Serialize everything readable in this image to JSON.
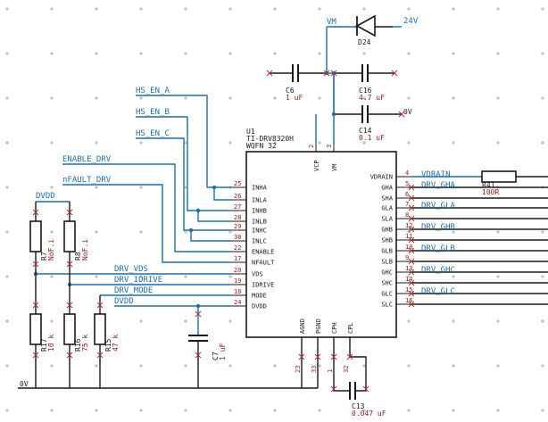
{
  "supply": {
    "vm_label": "VM",
    "v24_label": "24V",
    "ground_label": "0V",
    "dvdd_left": "DVDD"
  },
  "hs_enables": [
    "HS_EN_A",
    "HS_EN_B",
    "HS_EN_C"
  ],
  "control_nets": [
    "ENABLE_DRV",
    "nFAULT_DRV"
  ],
  "config_nets": [
    "DRV_VDS",
    "DRV_IDRIVE",
    "DRV_MODE",
    "DVDD"
  ],
  "output_nets": [
    "VDRAIN",
    "DRV_GHA",
    "DRV_GLA",
    "DRV_GHB",
    "DRV_GLB",
    "DRV_GHC",
    "DRV_GLC"
  ],
  "ic": {
    "ref": "U1",
    "part": "TI-DRV8320H",
    "package": "WQFN 32",
    "left_pins": [
      {
        "num": "25",
        "name": "INHA"
      },
      {
        "num": "26",
        "name": "INLA"
      },
      {
        "num": "27",
        "name": "INHB"
      },
      {
        "num": "28",
        "name": "INLB"
      },
      {
        "num": "29",
        "name": "INHC"
      },
      {
        "num": "30",
        "name": "INLC"
      },
      {
        "num": "22",
        "name": "ENABLE"
      },
      {
        "num": "17",
        "name": "NFAULT"
      },
      {
        "num": "20",
        "name": "VDS"
      },
      {
        "num": "19",
        "name": "IDRIVE"
      },
      {
        "num": "18",
        "name": "MODE"
      },
      {
        "num": "24",
        "name": "DVDD"
      }
    ],
    "right_pins": [
      {
        "num": "4",
        "name": "VDRAIN"
      },
      {
        "num": "5",
        "name": "GHA"
      },
      {
        "num": "6",
        "name": "SHA"
      },
      {
        "num": "7",
        "name": "GLA"
      },
      {
        "num": "8",
        "name": "SLA"
      },
      {
        "num": "12",
        "name": "GHB"
      },
      {
        "num": "11",
        "name": "SHB"
      },
      {
        "num": "10",
        "name": "GLB"
      },
      {
        "num": "9",
        "name": "SLB"
      },
      {
        "num": "13",
        "name": "GHC"
      },
      {
        "num": "14",
        "name": "SHC"
      },
      {
        "num": "15",
        "name": "GLC"
      },
      {
        "num": "16",
        "name": "SLC"
      }
    ],
    "top_pins": [
      {
        "num": "2",
        "name": "VCP"
      },
      {
        "num": "3",
        "name": "VM"
      }
    ],
    "bottom_pins": [
      {
        "num": "23",
        "name": "AGND"
      },
      {
        "num": "33",
        "name": "PGND"
      },
      {
        "num": "1",
        "name": "CPH"
      },
      {
        "num": "32",
        "name": "CPL"
      }
    ]
  },
  "components": {
    "D24": {
      "ref": "D24"
    },
    "C6": {
      "ref": "C6",
      "value": "1 uF"
    },
    "C16": {
      "ref": "C16",
      "value": "4.7 uF"
    },
    "C14": {
      "ref": "C14",
      "value": "0.1 uF"
    },
    "C7": {
      "ref": "C7",
      "value": "1 uF"
    },
    "C13": {
      "ref": "C13",
      "value": "0.047 uF"
    },
    "R41": {
      "ref": "R41",
      "value": "100R"
    },
    "R7": {
      "ref": "R7",
      "value": "NoF.i"
    },
    "R8": {
      "ref": "R8",
      "value": "NoF.i"
    },
    "R17": {
      "ref": "R17",
      "value": "10 k"
    },
    "R16": {
      "ref": "R16",
      "value": "75 k"
    },
    "R15": {
      "ref": "R15",
      "value": "47 k"
    }
  }
}
